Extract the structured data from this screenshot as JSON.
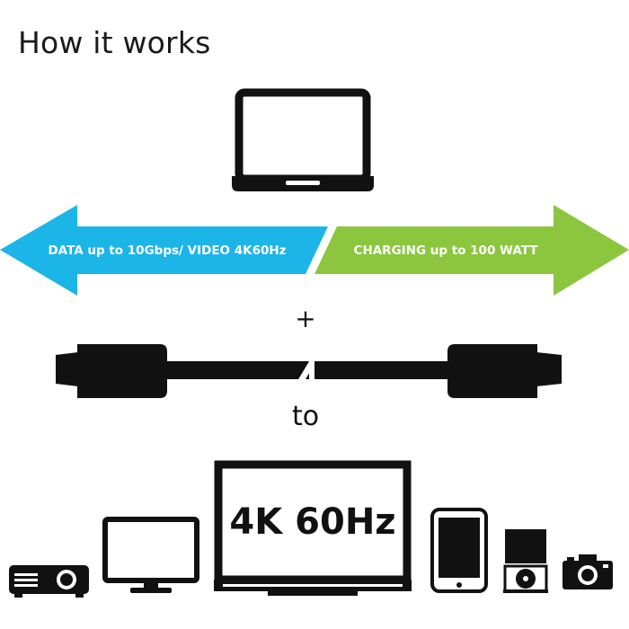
{
  "title": "How it works",
  "plus": "+",
  "to": "to",
  "data_arrow": {
    "label": "DATA up to 10Gbps/ VIDEO 4K60Hz",
    "color": "#1cb5e8"
  },
  "charge_arrow": {
    "label": "CHARGING up to 100 WATT",
    "color": "#8cc63f"
  },
  "monitor": {
    "label": "4K 60Hz"
  },
  "icons": [
    "laptop-icon",
    "cable-icon",
    "projector-icon",
    "monitor-icon",
    "tv-icon",
    "tablet-icon",
    "optical-drive-icon",
    "camera-icon"
  ]
}
